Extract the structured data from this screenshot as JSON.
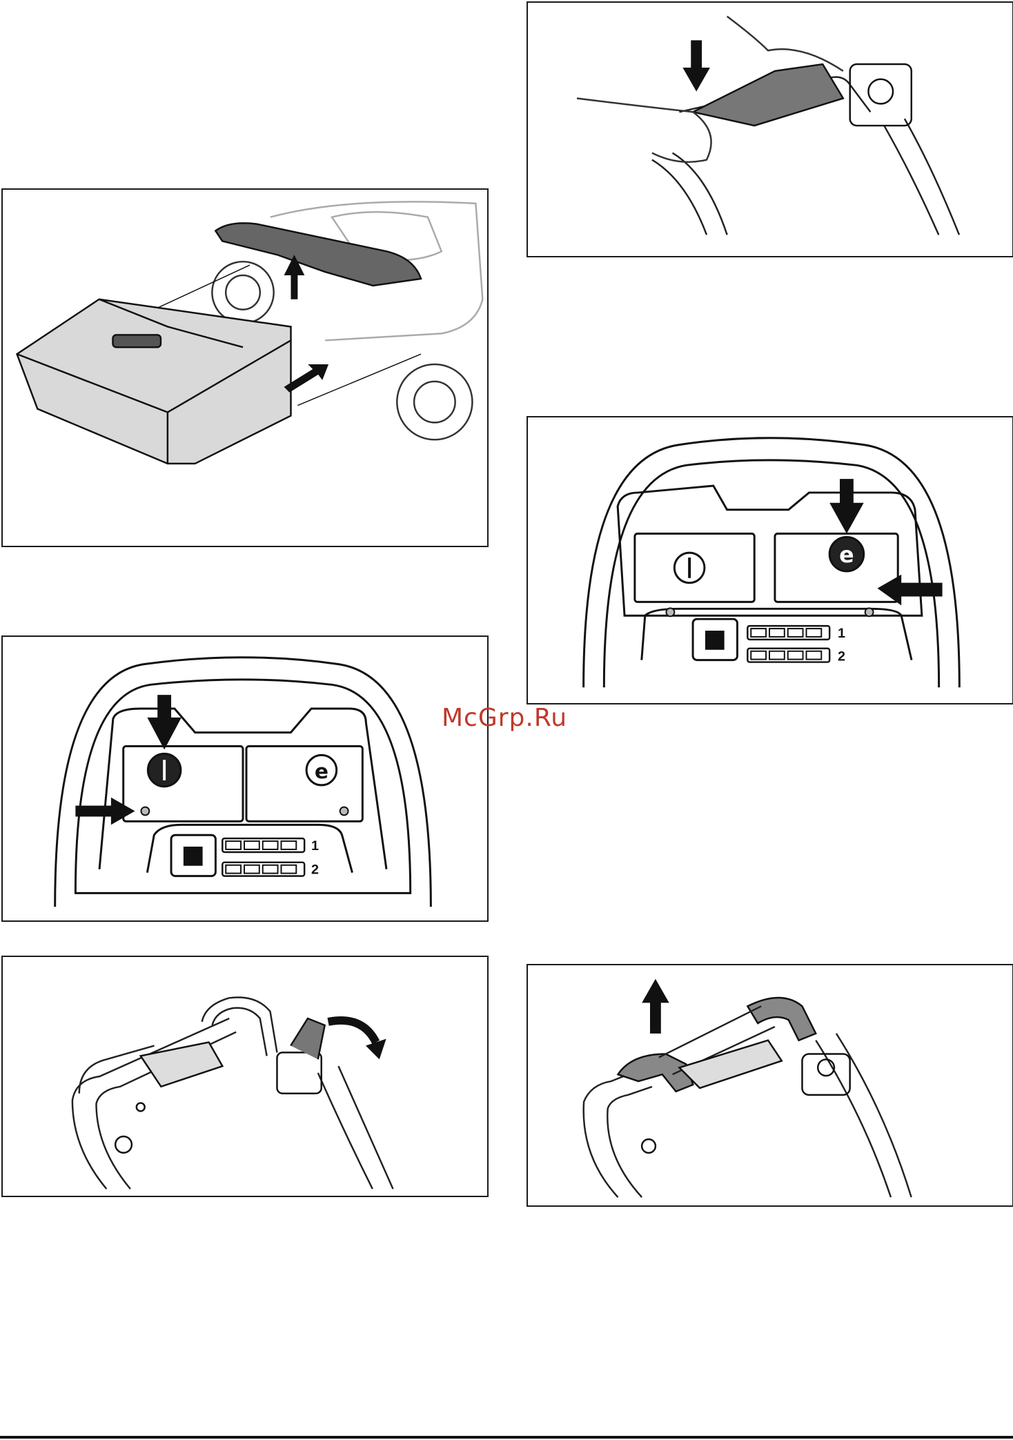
{
  "watermark": {
    "text": "McGrp.Ru",
    "color": "#c0392b"
  },
  "battery_labels": {
    "first": "1",
    "second": "2"
  },
  "icons": {
    "power": "power-button-icon",
    "eco": "eco-mode-icon",
    "battery": "battery-indicator-icon",
    "arrow": "direction-arrow-icon"
  }
}
